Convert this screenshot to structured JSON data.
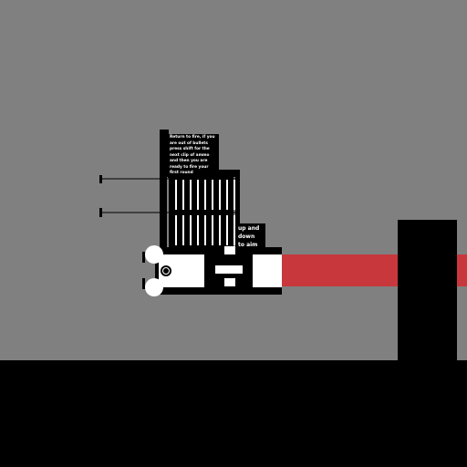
{
  "scene": {
    "colors": {
      "sky": "#808080",
      "ground": "#000000",
      "obstacle": "#000000",
      "laser": "#c8373c",
      "turret_body": "#ffffff",
      "turret_outline": "#000000"
    },
    "ammo_magazine": {
      "rows": 2,
      "bullets_per_row": 9
    }
  },
  "tips": {
    "fire_reload": "Return to fire, if you\nare out of bullets\npress shift for the\nnext clip of ammo\nand then you are\nready to fire your\nfirst round",
    "aim": "up and\ndown\nto aim"
  }
}
